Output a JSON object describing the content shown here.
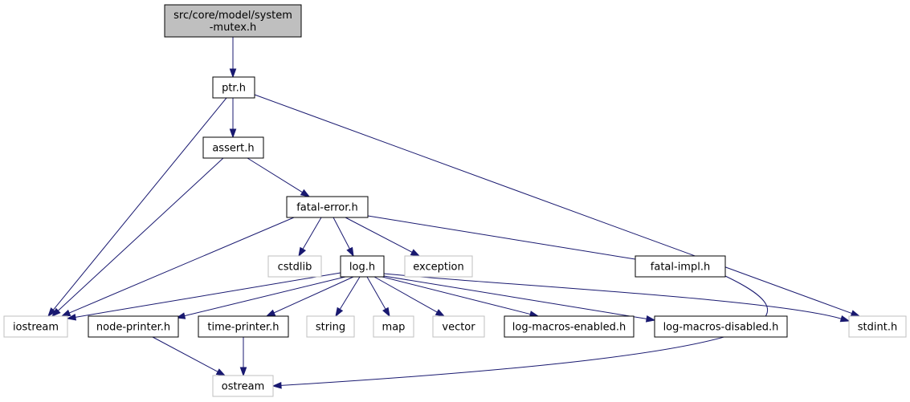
{
  "colors": {
    "edge": "#191970",
    "root_fill": "#bfbfbf",
    "root_stroke": "#000000",
    "doc_stroke": "#000000",
    "external_stroke": "#bfbfbf",
    "fill": "#ffffff",
    "text": "#000000"
  },
  "nodes": [
    {
      "id": "root",
      "kind": "root",
      "lines": [
        "src/core/model/system",
        "-mutex.h"
      ]
    },
    {
      "id": "ptr",
      "kind": "doc",
      "lines": [
        "ptr.h"
      ]
    },
    {
      "id": "assert",
      "kind": "doc",
      "lines": [
        "assert.h"
      ]
    },
    {
      "id": "fatal_error",
      "kind": "doc",
      "lines": [
        "fatal-error.h"
      ]
    },
    {
      "id": "cstdlib",
      "kind": "external",
      "lines": [
        "cstdlib"
      ]
    },
    {
      "id": "log",
      "kind": "doc",
      "lines": [
        "log.h"
      ]
    },
    {
      "id": "exception",
      "kind": "external",
      "lines": [
        "exception"
      ]
    },
    {
      "id": "fatal_impl",
      "kind": "doc",
      "lines": [
        "fatal-impl.h"
      ]
    },
    {
      "id": "iostream",
      "kind": "external",
      "lines": [
        "iostream"
      ]
    },
    {
      "id": "node_printer",
      "kind": "doc",
      "lines": [
        "node-printer.h"
      ]
    },
    {
      "id": "time_printer",
      "kind": "doc",
      "lines": [
        "time-printer.h"
      ]
    },
    {
      "id": "string",
      "kind": "external",
      "lines": [
        "string"
      ]
    },
    {
      "id": "map",
      "kind": "external",
      "lines": [
        "map"
      ]
    },
    {
      "id": "vector",
      "kind": "external",
      "lines": [
        "vector"
      ]
    },
    {
      "id": "log_macros_enabled",
      "kind": "doc",
      "lines": [
        "log-macros-enabled.h"
      ]
    },
    {
      "id": "log_macros_disabled",
      "kind": "doc",
      "lines": [
        "log-macros-disabled.h"
      ]
    },
    {
      "id": "stdint",
      "kind": "external",
      "lines": [
        "stdint.h"
      ]
    },
    {
      "id": "ostream",
      "kind": "external",
      "lines": [
        "ostream"
      ]
    }
  ],
  "edges": [
    {
      "from": "root",
      "to": "ptr"
    },
    {
      "from": "ptr",
      "to": "iostream"
    },
    {
      "from": "ptr",
      "to": "assert"
    },
    {
      "from": "ptr",
      "to": "stdint"
    },
    {
      "from": "assert",
      "to": "iostream"
    },
    {
      "from": "assert",
      "to": "fatal_error"
    },
    {
      "from": "fatal_error",
      "to": "iostream"
    },
    {
      "from": "fatal_error",
      "to": "cstdlib"
    },
    {
      "from": "fatal_error",
      "to": "log"
    },
    {
      "from": "fatal_error",
      "to": "exception"
    },
    {
      "from": "fatal_error",
      "to": "fatal_impl"
    },
    {
      "from": "log",
      "to": "iostream"
    },
    {
      "from": "log",
      "to": "node_printer"
    },
    {
      "from": "log",
      "to": "time_printer"
    },
    {
      "from": "log",
      "to": "string"
    },
    {
      "from": "log",
      "to": "map"
    },
    {
      "from": "log",
      "to": "vector"
    },
    {
      "from": "log",
      "to": "log_macros_enabled"
    },
    {
      "from": "log",
      "to": "log_macros_disabled"
    },
    {
      "from": "log",
      "to": "stdint"
    },
    {
      "from": "fatal_impl",
      "to": "ostream"
    },
    {
      "from": "node_printer",
      "to": "ostream"
    },
    {
      "from": "time_printer",
      "to": "ostream"
    }
  ]
}
